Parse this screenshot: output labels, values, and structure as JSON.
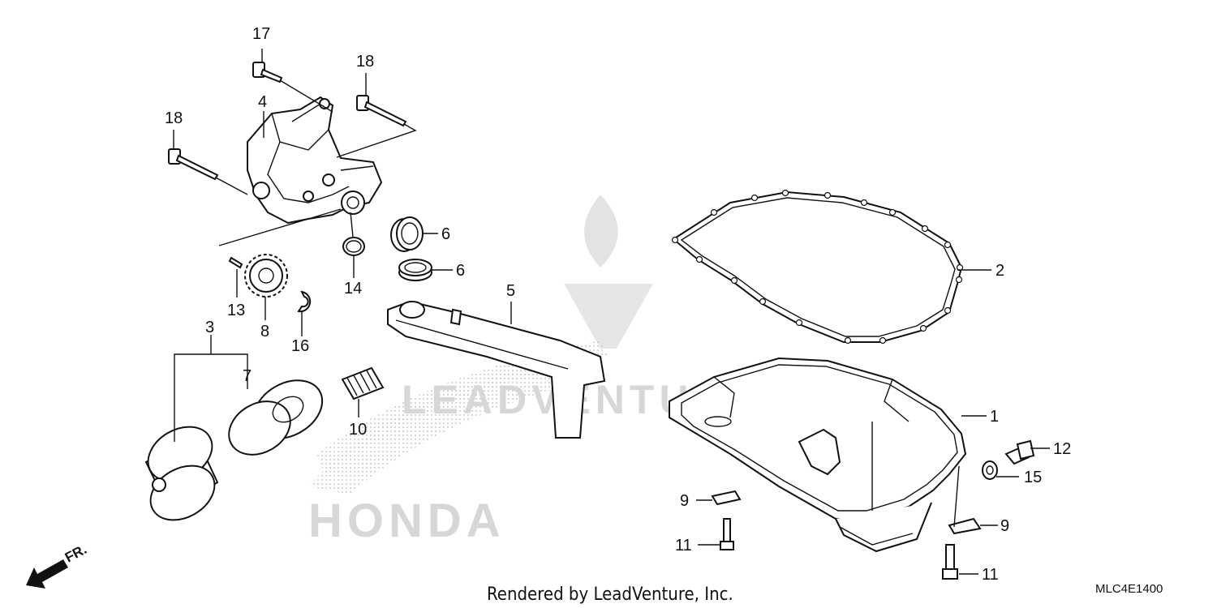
{
  "watermark": {
    "brand_text": "LEADVENTURE",
    "honda_text": "HONDA"
  },
  "callouts": {
    "c1": "1",
    "c2": "2",
    "c3": "3",
    "c4": "4",
    "c5": "5",
    "c6a": "6",
    "c6b": "6",
    "c7": "7",
    "c8": "8",
    "c9a": "9",
    "c9b": "9",
    "c10": "10",
    "c11a": "11",
    "c11b": "11",
    "c12": "12",
    "c13": "13",
    "c14": "14",
    "c15": "15",
    "c16": "16",
    "c17": "17",
    "c18a": "18",
    "c18b": "18"
  },
  "front_indicator": "FR.",
  "footer": {
    "rendered_by": "Rendered by LeadVenture, Inc.",
    "diagram_code": "MLC4E1400"
  }
}
